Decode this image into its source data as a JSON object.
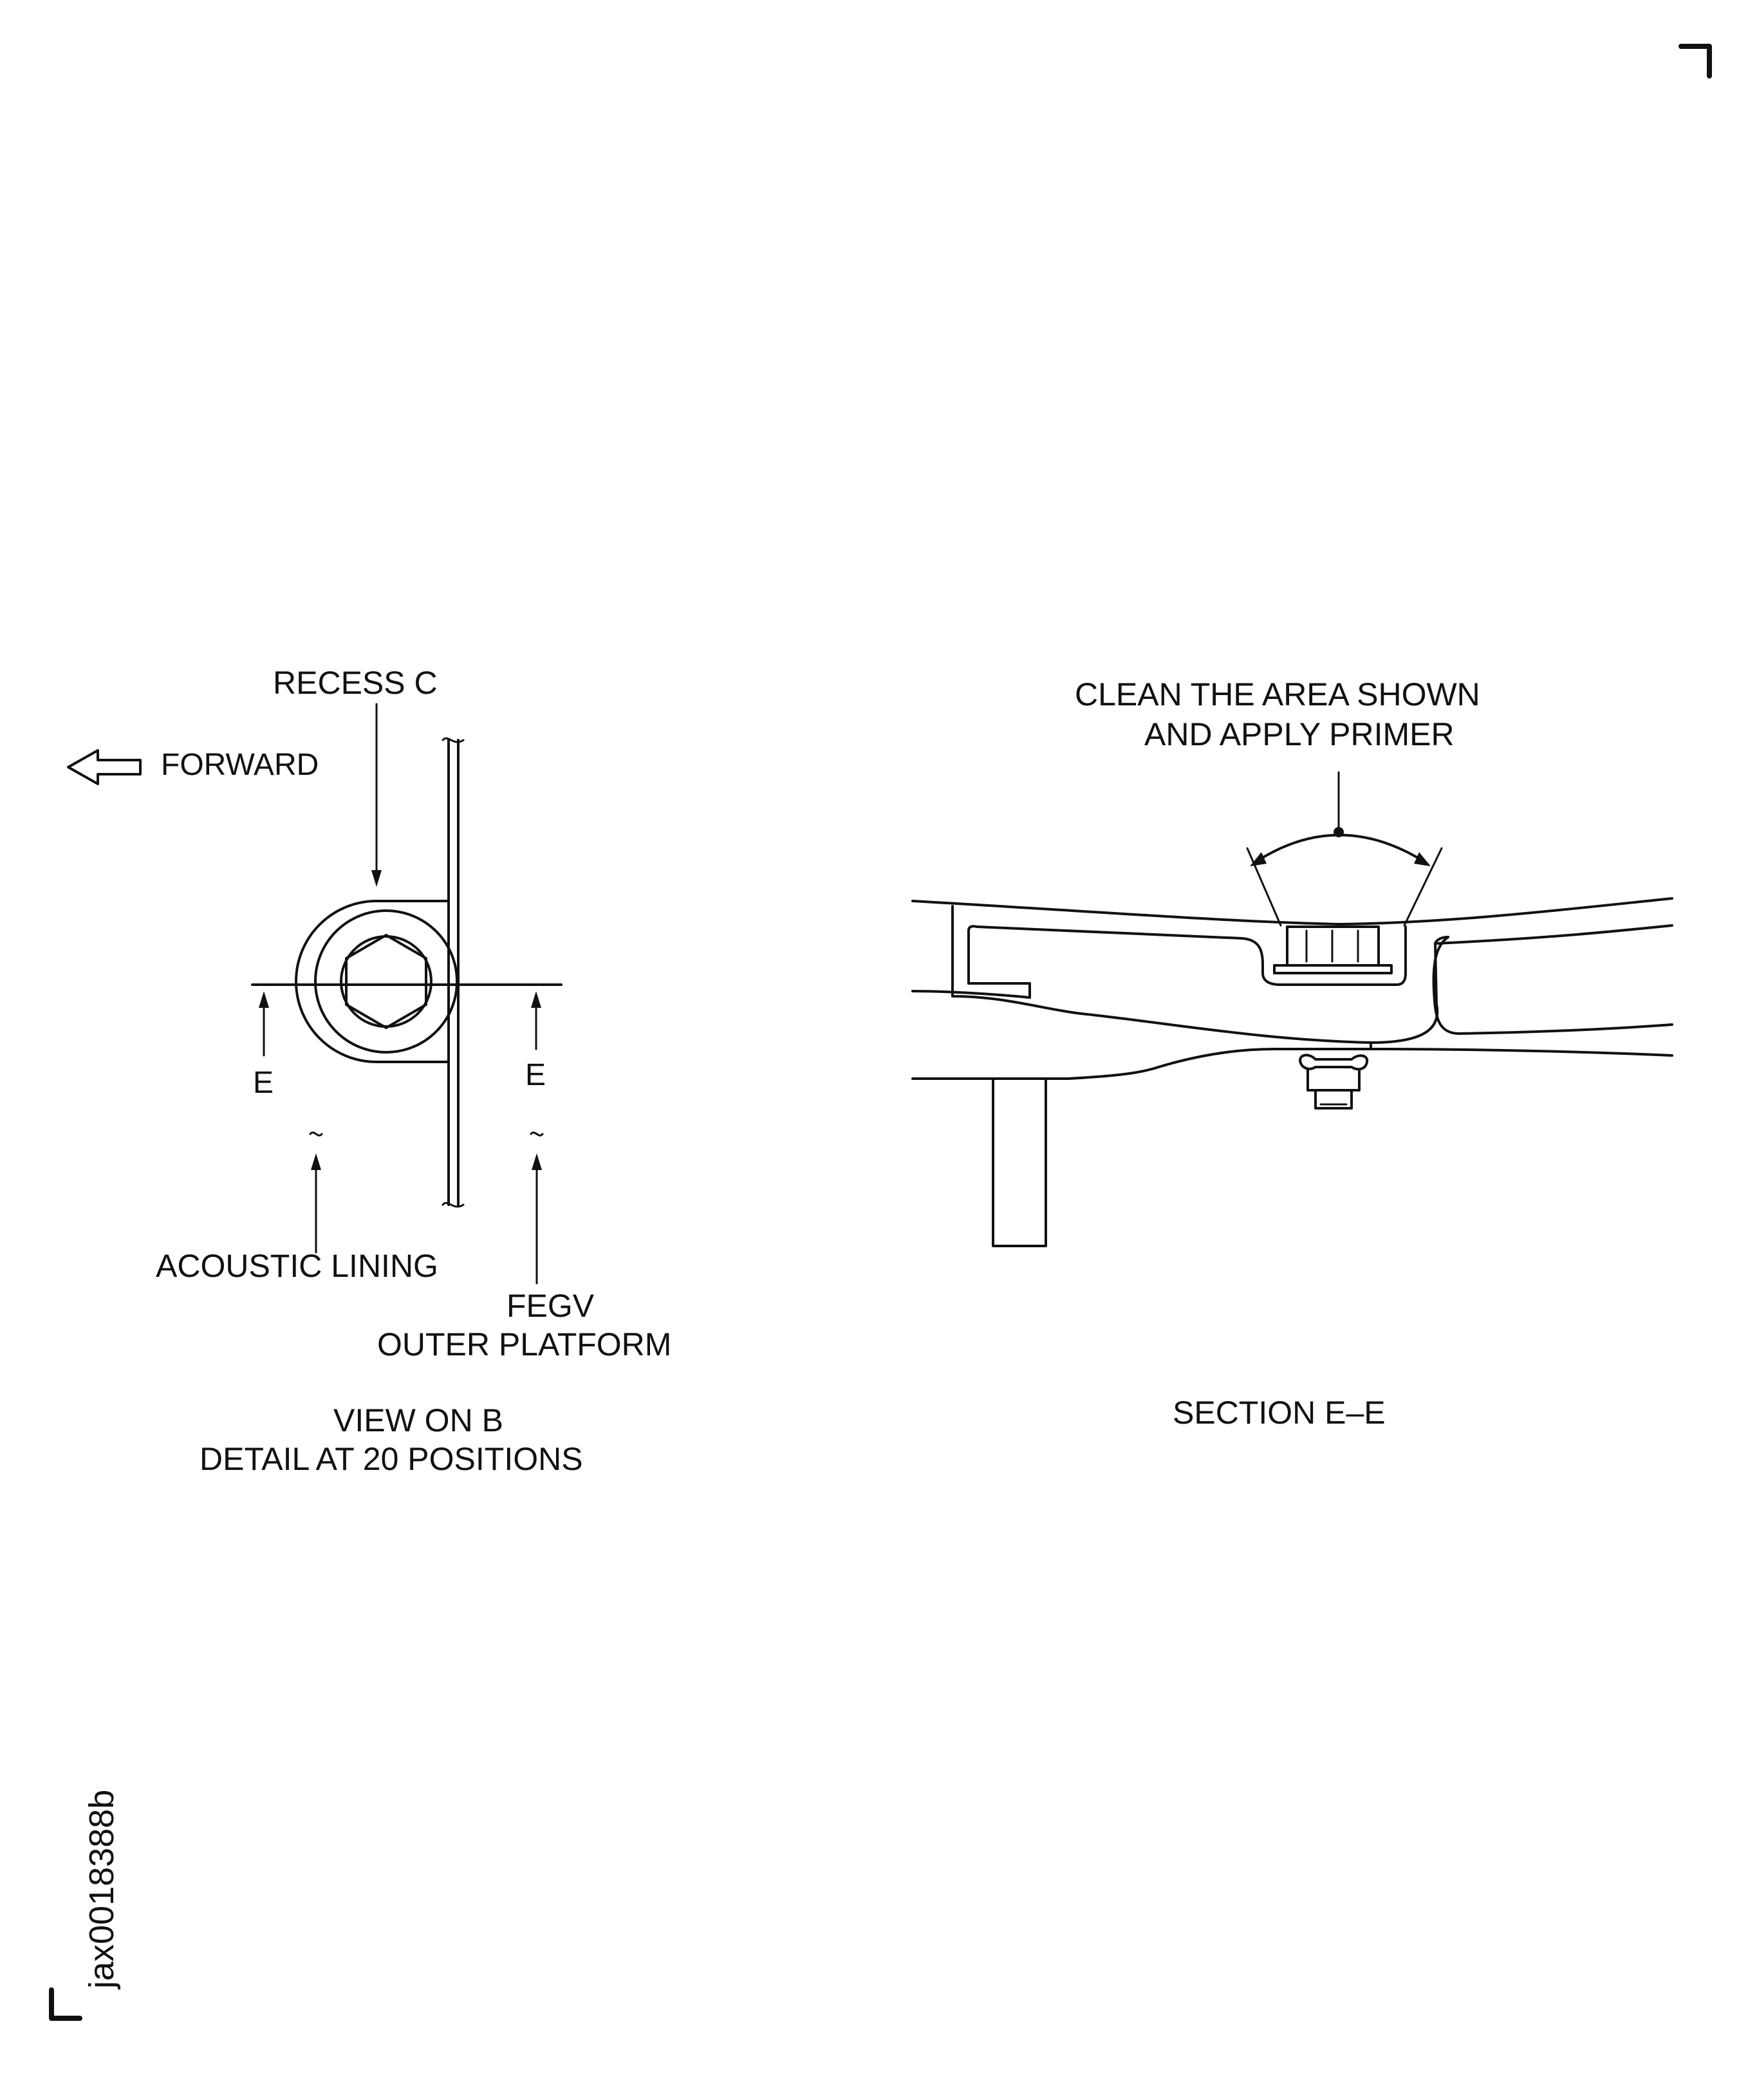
{
  "diagram": {
    "corner_marks": [
      "top-right",
      "bottom-left"
    ],
    "drawing_id": "jax0018388b",
    "view_b": {
      "recess_label": "RECESS  C",
      "forward_label": "FORWARD",
      "section_mark_left": "E",
      "section_mark_right": "E",
      "acoustic_label": "ACOUSTIC  LINING",
      "fegv_line1": "FEGV",
      "fegv_line2": "OUTER  PLATFORM",
      "caption_line1": "VIEW  ON  B",
      "caption_line2": "DETAIL  AT  20  POSITIONS"
    },
    "section_e": {
      "note_line1": "CLEAN  THE  AREA  SHOWN",
      "note_line2": "AND  APPLY  PRIMER",
      "caption": "SECTION  E–E"
    }
  }
}
